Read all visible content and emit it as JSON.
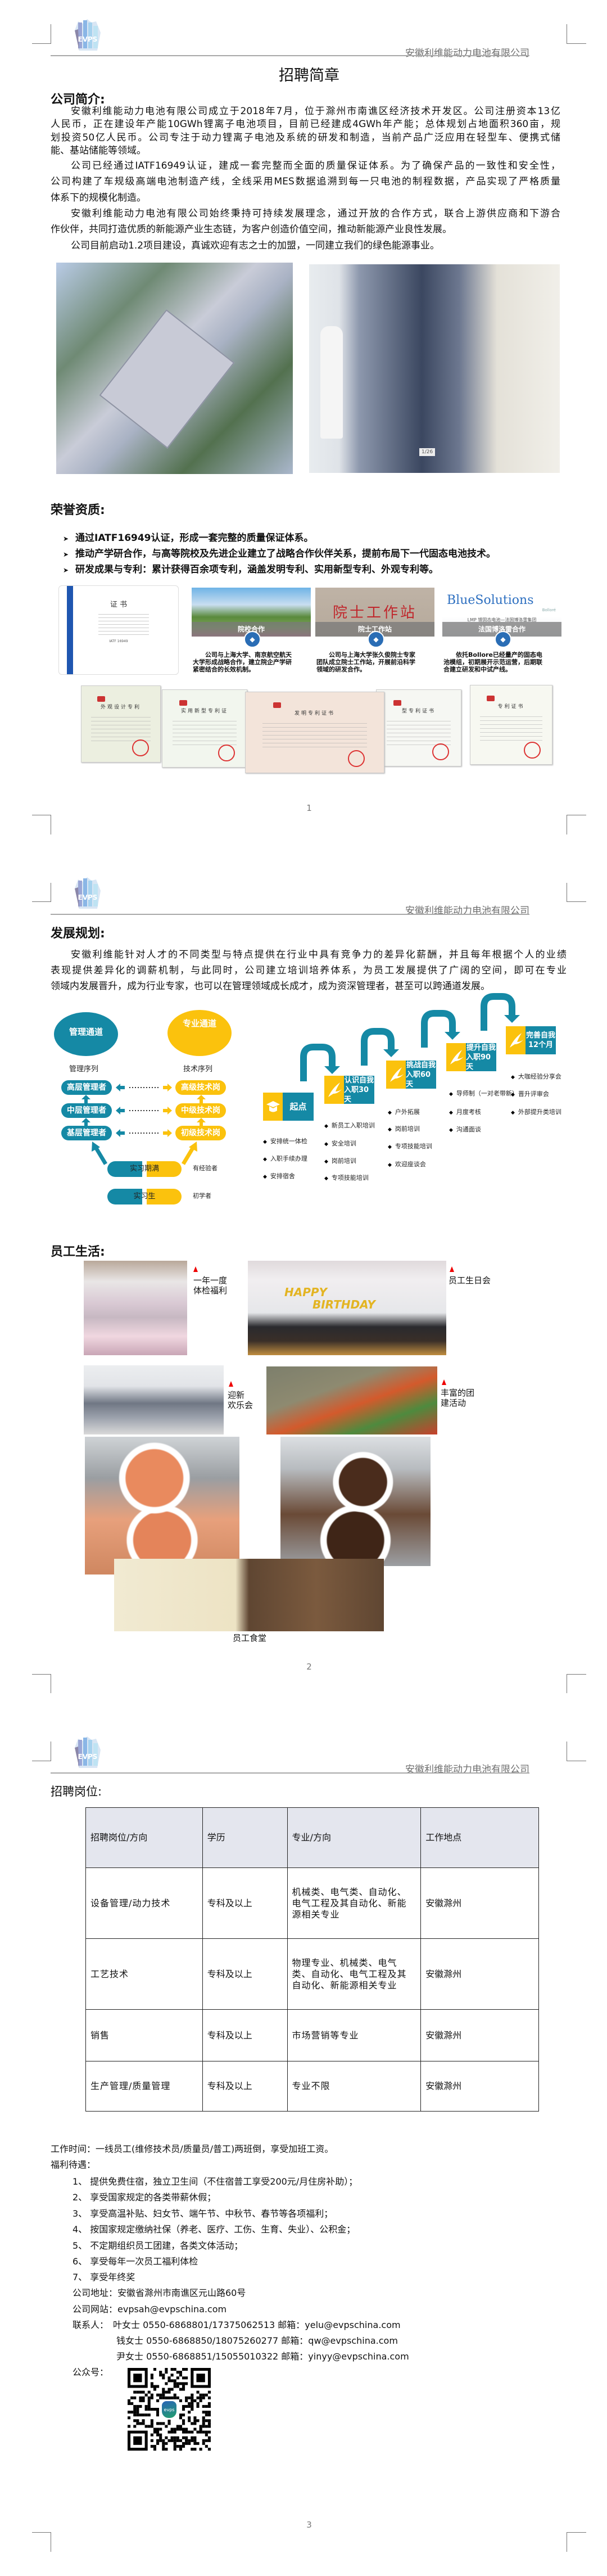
{
  "header": {
    "company": "安徽利维能动力电池有限公司",
    "logo_text": "EVPS"
  },
  "page1": {
    "title": "招聘简章",
    "intro_heading": "公司简介:",
    "intro_lines": [
      {
        "text": "安徽利维能动力电池有限公司成立于2018年7月，位于滁州市南谯区经济技术开发区。公司注册资本13亿",
        "indent": true
      },
      {
        "text": "人民币，正在建设年产能10GWh锂离子电池项目，目前已经建成4GWh年产能；总体规划占地面积360亩，规"
      },
      {
        "text": "划投资50亿人民币。公司专注于动力锂离子电池及系统的研发和制造，当前产品广泛应用在轻型车、便携式储"
      },
      {
        "text": "能、基站储能等领域。",
        "last": true
      },
      {
        "text": "公司已经通过IATF16949认证，建成一套完整而全面的质量保证体系。为了确保产品的一致性和安全性，",
        "indent": true
      },
      {
        "text": "公司构建了车规级高端电池制造产线，全线采用MES数据追溯到每一只电池的制程数据，产品实现了严格质量"
      },
      {
        "text": "体系下的规模化制造。",
        "last": true
      },
      {
        "text": "安徽利维能动力电池有限公司始终秉持可持续发展理念，通过开放的合作方式，联合上游供应商和下游合",
        "indent": true
      },
      {
        "text": "作伙伴，共同打造优质的新能源产业生态链，为客户创造价值空间，推动新能源产业良性发展。",
        "last": true
      },
      {
        "text": "公司目前启动1.2项目建设，真诚欢迎有志之士的加盟，一同建立我们的绿色能源事业。",
        "indent": true,
        "last": true
      }
    ],
    "photo_counter": "1/26",
    "honors_heading": "荣誉资质:",
    "honors": [
      "通过IATF16949认证，形成一套完整的质量保证体系。",
      "推动产学研合作，与高等院校及先进企业建立了战略合作伙伴关系，提前布局下一代固态电池技术。",
      "研发成果与专利：累计获得百余项专利，涵盖发明专利、实用新型专利、外观专利等。"
    ],
    "certificate_title": "证  书",
    "certificate_standard": "IATF 16949",
    "partners": [
      {
        "label": "院校合作",
        "caption": "公司与上海大学、南京航空航天大学形成战略合作，建立院企产学研紧密结合的长效机制。"
      },
      {
        "label": "院士工作站",
        "sign": "院士工作站",
        "caption": "公司与上海大学张久俊院士专家团队成立院士工作站，开展前沿科学领域的研发合作。"
      },
      {
        "label": "法国博洛雷合作",
        "brand": "BlueSolutions",
        "brand_sub": "Bolloré",
        "sub": "LMP 锂固态电池—法国博洛雷集团",
        "caption": "依托Bollore已经量产的固态电池模组，初期展开示范运营，后期联合建立研发和中试产线。"
      }
    ],
    "patents": [
      "外观设计专利",
      "实用新型专利证",
      "发明专利证书",
      "型专利证书",
      "专利证书"
    ],
    "page_number": "1"
  },
  "page2": {
    "plan_heading": "发展规划:",
    "plan_lines": [
      {
        "text": "安徽利维能针对人才的不同类型与特点提供在行业中具有竞争力的差异化薪酬，并且每年根据个人的业绩",
        "indent": true
      },
      {
        "text": "表现提供差异化的调薪机制，与此同时，公司建立培训培养体系，为员工发展提供了广阔的空间，即可在专业"
      },
      {
        "text": "领域内发展晋升，成为行业专家，也可以在管理领域成长成才，成为资深管理者，甚至可以跨通道发展。",
        "last": true
      }
    ],
    "career": {
      "mgmt_channel": "管理通道",
      "tech_channel": "专业通道",
      "mgmt_series": "管理序列",
      "tech_series": "技术序列",
      "mgmt_levels": [
        "高层管理者",
        "中层管理者",
        "基层管理者"
      ],
      "tech_levels": [
        "高级技术岗",
        "中级技术岗",
        "初级技术岗"
      ],
      "entry": [
        {
          "label": "实习期满",
          "note": "有经验者"
        },
        {
          "label": "实习生",
          "note": "初学者"
        }
      ],
      "colors": {
        "teal": "#1589a5",
        "yellow": "#fbc20d"
      }
    },
    "steps": [
      {
        "title": "起点",
        "sub": "",
        "icon": "graduation-cap-icon",
        "items": [
          "安排统一体检",
          "入职手续办理",
          "安排宿舍"
        ]
      },
      {
        "title": "认识自我",
        "sub": "入职30天",
        "icon": "dove-icon",
        "items": [
          "新员工入职培训",
          "安全培训",
          "岗前培训",
          "专项技能培训"
        ]
      },
      {
        "title": "挑战自我",
        "sub": "入职60天",
        "icon": "swallow-icon",
        "items": [
          "户外拓展",
          "岗前培训",
          "专项技能培训",
          "欢迎座谈会"
        ]
      },
      {
        "title": "提升自我",
        "sub": "入职90天",
        "icon": "bird-icon",
        "items": [
          "导师制（一对老带新）",
          "月度考核",
          "沟通面谈"
        ]
      },
      {
        "title": "完善自我",
        "sub": "12个月",
        "icon": "bird-icon",
        "items": [
          "大咖经验分享会",
          "晋升评审会",
          "外部提升类培训"
        ]
      }
    ],
    "life_heading": "员工生活:",
    "life_labels": {
      "checkup": [
        "一年一度",
        "体检福利"
      ],
      "birthday": [
        "员工生日会"
      ],
      "welcome": [
        "迎新",
        "欢乐会"
      ],
      "team": [
        "丰富的团",
        "建活动"
      ],
      "canteen": "员工食堂"
    },
    "birthday_banner": [
      "HAPPY",
      "BIRTHDAY"
    ],
    "page_number": "2"
  },
  "page3": {
    "jobs_heading": "招聘岗位:",
    "table": {
      "headers": [
        "招聘岗位/方向",
        "学历",
        "专业/方向",
        "工作地点"
      ],
      "rows": [
        [
          "设备管理/动力技术",
          "专科及以上",
          "机械类、电气类、自动化、电气工程及其自动化、新能源相关专业",
          "安徽滁州"
        ],
        [
          "工艺技术",
          "专科及以上",
          "物理专业、机械类、电气类、自动化、电气工程及其自动化、新能源相关专业",
          "安徽滁州"
        ],
        [
          "销售",
          "专科及以上",
          "市场营销等专业",
          "安徽滁州"
        ],
        [
          "生产管理/质量管理",
          "专科及以上",
          "专业不限",
          "安徽滁州"
        ]
      ]
    },
    "work_time": "工作时间：一线员工(维修技术员/质量员/普工)两班倒，享受加班工资。",
    "benefits_heading": "福利待遇：",
    "benefits": [
      "1、 提供免费住宿，独立卫生间（不住宿普工享受200元/月住房补助）；",
      "2、 享受国家规定的各类带薪休假；",
      "3、 享受高温补贴、妇女节、端午节、中秋节、春节等各项福利；",
      "4、 按国家规定缴纳社保（养老、医疗、工伤、生育、失业）、公积金；",
      "5、 不定期组织员工团建，各类文体活动；",
      "6、 享受每年一次员工福利体检",
      "7、 享受年终奖"
    ],
    "address": "公司地址：安徽省滁州市南谯区元山路60号",
    "website": "公司网站：evpsah@evpschina.com",
    "contacts_label": "联系人：",
    "contacts": [
      "叶女士  0550-6868801/17375062513  邮箱：yelu@evpschina.com",
      "钱女士  0550-6868850/18075260277  邮箱：qw@evpschina.com",
      "尹女士  0550-6868851/15055010322  邮箱：yinyy@evpschina.com"
    ],
    "wechat_label": "公众号：",
    "qr_logo_text": "evps",
    "page_number": "3"
  }
}
